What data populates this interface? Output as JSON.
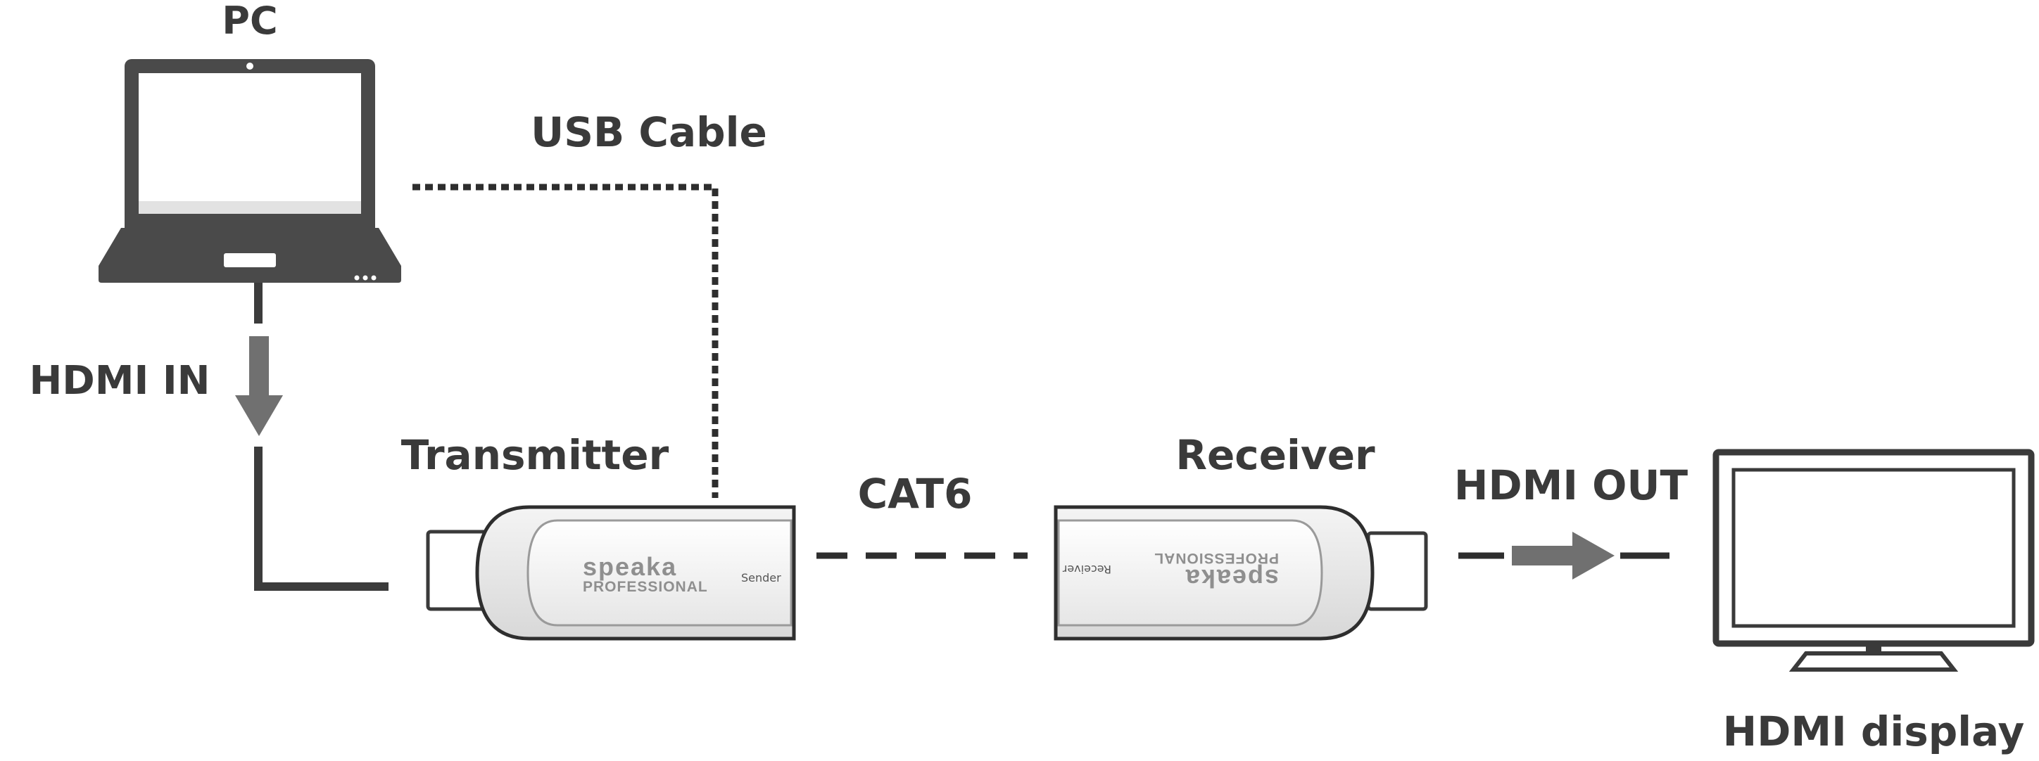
{
  "labels": {
    "pc": "PC",
    "usb_cable": "USB Cable",
    "hdmi_in": "HDMI IN",
    "transmitter": "Transmitter",
    "cat6": "CAT6",
    "receiver": "Receiver",
    "hdmi_out": "HDMI OUT",
    "hdmi_display": "HDMI display"
  },
  "transmitter_device": {
    "brand": "speaka",
    "brand_sub": "PROFESSIONAL",
    "tag": "Sender"
  },
  "receiver_device": {
    "brand": "speaka",
    "brand_sub": "PROFESSIONAL",
    "tag": "Receiver"
  },
  "colors": {
    "ink": "#3a3a3a",
    "arrow": "#6e6e6e",
    "brand_text": "#8f8f8f"
  }
}
